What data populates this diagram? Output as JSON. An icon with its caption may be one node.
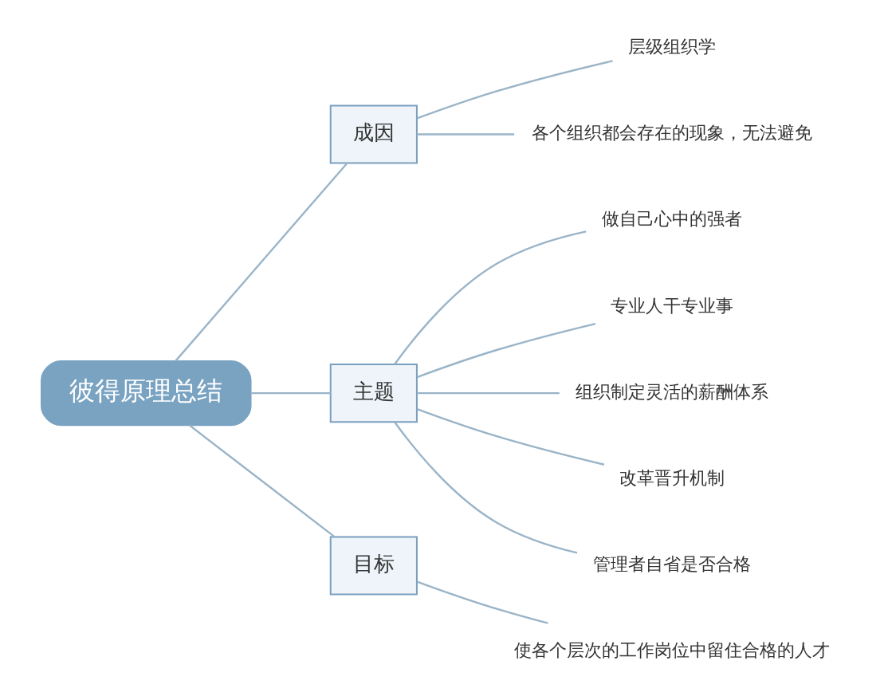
{
  "diagram": {
    "nodes": [
      {
        "text": [
          "彼得原理总结"
        ]
      },
      {
        "text": [
          "成因"
        ]
      },
      {
        "text": [
          "主题"
        ]
      },
      {
        "text": [
          "目标"
        ]
      },
      {
        "text": [
          "层级组织学"
        ]
      },
      {
        "text": [
          "各个组织都会存在的现象，无法避免"
        ]
      },
      {
        "text": [
          "做自己心中的强者"
        ]
      },
      {
        "text": [
          "专业人干专业事"
        ]
      },
      {
        "text": [
          "组织制定灵活的薪酬体系"
        ]
      },
      {
        "text": [
          "改革晋升机制"
        ]
      },
      {
        "text": [
          "管理者自省是否合格"
        ]
      },
      {
        "text": [
          "使各个层次的工作岗位中留住合格的人才"
        ]
      }
    ],
    "edges": [
      {
        "from": 0,
        "to": 1,
        "arrow": "none"
      },
      {
        "from": 0,
        "to": 2,
        "arrow": "none"
      },
      {
        "from": 0,
        "to": 3,
        "arrow": "none"
      },
      {
        "from": 1,
        "to": 4,
        "arrow": "none"
      },
      {
        "from": 1,
        "to": 5,
        "arrow": "none"
      },
      {
        "from": 2,
        "to": 6,
        "arrow": "none"
      },
      {
        "from": 2,
        "to": 7,
        "arrow": "none"
      },
      {
        "from": 2,
        "to": 8,
        "arrow": "none"
      },
      {
        "from": 2,
        "to": 9,
        "arrow": "none"
      },
      {
        "from": 2,
        "to": 10,
        "arrow": "none"
      },
      {
        "from": 3,
        "to": 11,
        "arrow": "none"
      }
    ]
  }
}
